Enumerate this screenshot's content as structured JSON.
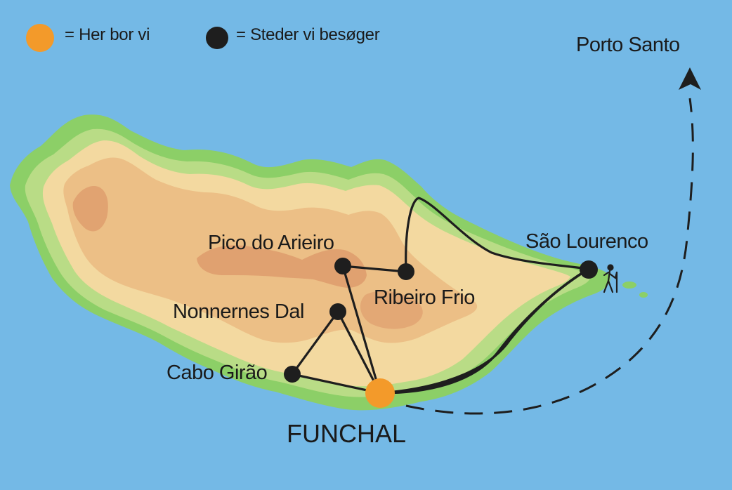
{
  "legend": {
    "home_label": "= Her bor vi",
    "visit_label": "= Steder vi besøger",
    "home_color": "#f39a2a",
    "visit_color": "#1e1e1e"
  },
  "places": {
    "porto_santo": "Porto Santo",
    "sao_lourenco": "São Lourenco",
    "pico_do_arieiro": "Pico do Arieiro",
    "ribeiro_frio": "Ribeiro Frio",
    "nonnernes_dal": "Nonnernes Dal",
    "cabo_girao": "Cabo Girão",
    "funchal": "FUNCHAL"
  },
  "colors": {
    "sea": "#74b9e6",
    "lowland": "#8ccf67",
    "plain": "#b9dc86",
    "hills": "#f3d9a0",
    "highland": "#ecbf86",
    "peaks": "#dd9a6a"
  },
  "icons": [
    "hiker-icon",
    "arrow-up-icon"
  ]
}
